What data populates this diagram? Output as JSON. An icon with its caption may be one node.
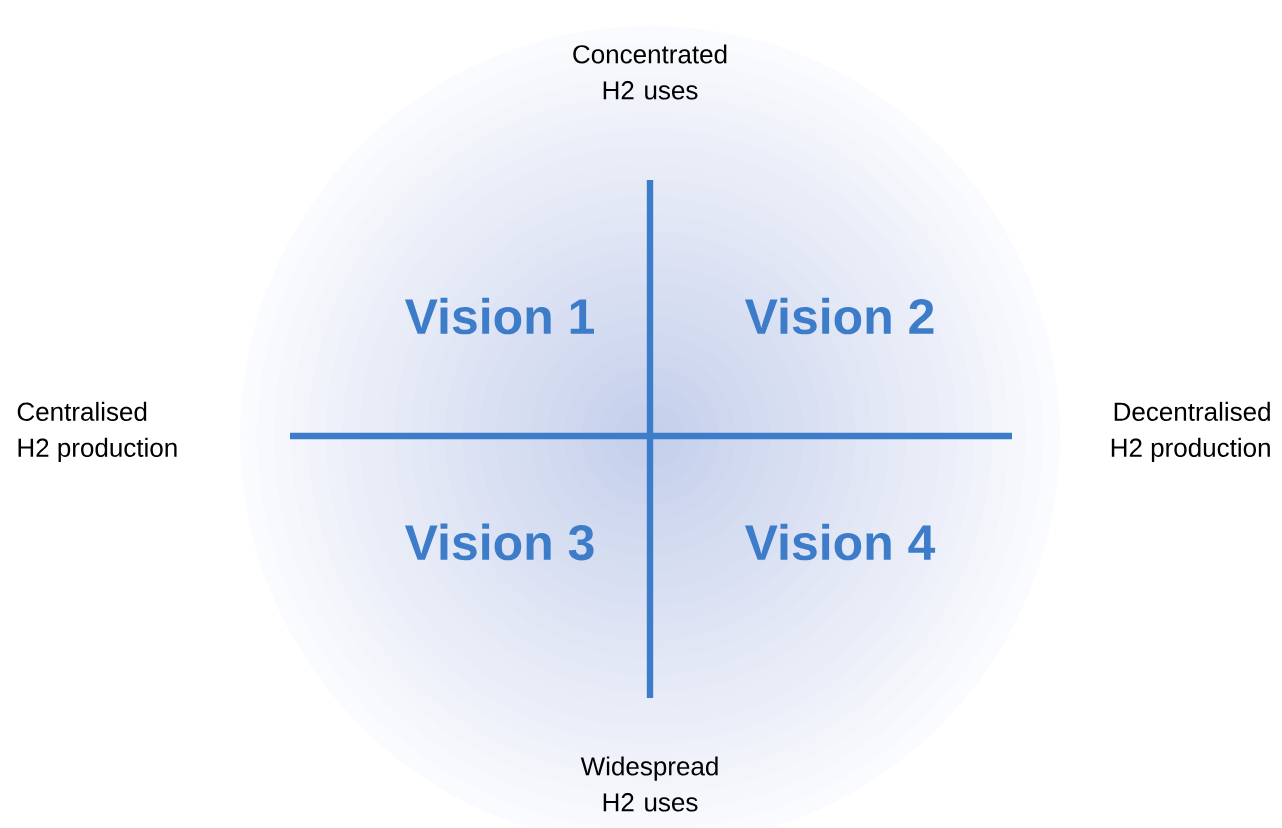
{
  "diagram": {
    "labels": [
      "Concentrated H2 uses",
      "Centralised H2 production",
      "Vision 1",
      "Vision 2",
      "Decentralised H2 production",
      "Vision 3",
      "Vision 4",
      "Widespread H2 uses"
    ]
  }
}
